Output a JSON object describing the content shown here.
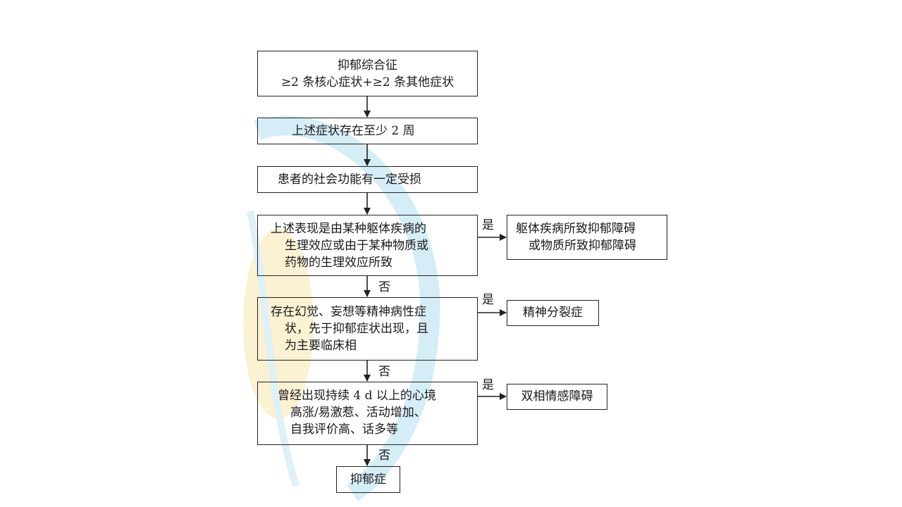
{
  "flowchart": {
    "start": {
      "lines": [
        "抑郁综合征",
        "≥2 条核心症状+≥2 条其他症状"
      ]
    },
    "duration": {
      "text": "上述症状存在至少 2 周"
    },
    "function": {
      "text": "患者的社会功能有一定受损"
    },
    "q_somatic": {
      "lines": [
        "上述表现是由某种躯体疾病的",
        "生理效应或由于某种物质或",
        "药物的生理效应所致"
      ],
      "yes_label": "是",
      "no_label": "否",
      "outcome_lines": [
        "躯体疾病所致抑郁障碍",
        "或物质所致抑郁障碍"
      ]
    },
    "q_psychotic": {
      "lines": [
        "存在幻觉、妄想等精神病性症",
        "状，先于抑郁症状出现，且",
        "为主要临床相"
      ],
      "yes_label": "是",
      "no_label": "否",
      "outcome": "精神分裂症"
    },
    "q_mania": {
      "lines": [
        "曾经出现持续 4 d 以上的心境",
        "高涨/易激惹、活动增加、",
        "自我评价高、话多等"
      ],
      "yes_label": "是",
      "no_label": "否",
      "outcome": "双相情感障碍"
    },
    "end": {
      "text": "抑郁症"
    }
  }
}
